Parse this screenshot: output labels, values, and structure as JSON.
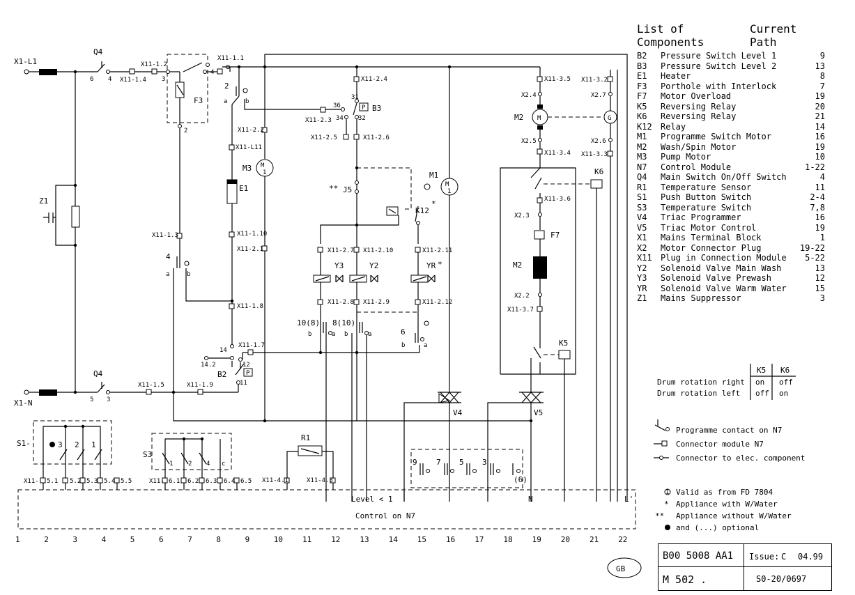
{
  "legend": {
    "heading_components": "List of Components",
    "heading_path": "Current Path",
    "items": [
      {
        "code": "B2",
        "name": "Pressure Switch Level 1",
        "path": "9"
      },
      {
        "code": "B3",
        "name": "Pressure Switch Level 2",
        "path": "13"
      },
      {
        "code": "E1",
        "name": "Heater",
        "path": "8"
      },
      {
        "code": "F3",
        "name": "Porthole with Interlock",
        "path": "7"
      },
      {
        "code": "F7",
        "name": "Motor Overload",
        "path": "19"
      },
      {
        "code": "K5",
        "name": "Reversing Relay",
        "path": "20"
      },
      {
        "code": "K6",
        "name": "Reversing Relay",
        "path": "21"
      },
      {
        "code": "K12",
        "name": "Relay",
        "path": "14"
      },
      {
        "code": "M1",
        "name": "Programme Switch Motor",
        "path": "16"
      },
      {
        "code": "M2",
        "name": "Wash/Spin Motor",
        "path": "19"
      },
      {
        "code": "M3",
        "name": "Pump Motor",
        "path": "10"
      },
      {
        "code": "N7",
        "name": "Control Module",
        "path": "1-22"
      },
      {
        "code": "Q4",
        "name": "Main Switch On/Off Switch",
        "path": "4"
      },
      {
        "code": "R1",
        "name": "Temperature Sensor",
        "path": "11"
      },
      {
        "code": "S1",
        "name": "Push Button Switch",
        "path": "2-4"
      },
      {
        "code": "S3",
        "name": "Temperature Switch",
        "path": "7,8"
      },
      {
        "code": "V4",
        "name": "Triac Programmer",
        "path": "16"
      },
      {
        "code": "V5",
        "name": "Triac Motor Control",
        "path": "19"
      },
      {
        "code": "X1",
        "name": "Mains Terminal Block",
        "path": "1"
      },
      {
        "code": "X2",
        "name": "Motor Connector Plug",
        "path": "19-22"
      },
      {
        "code": "X11",
        "name": "Plug in Connection Module",
        "path": "5-22"
      },
      {
        "code": "Y2",
        "name": "Solenoid Valve Main Wash",
        "path": "13"
      },
      {
        "code": "Y3",
        "name": "Solenoid Valve Prewash",
        "path": "12"
      },
      {
        "code": "YR",
        "name": "Solenoid Valve Warm Water",
        "path": "15"
      },
      {
        "code": "Z1",
        "name": "Mains Suppressor",
        "path": "3"
      }
    ]
  },
  "rotation_table": {
    "col1": "K5",
    "col2": "K6",
    "rows": [
      {
        "label": "Drum rotation right",
        "k5": "on",
        "k6": "off"
      },
      {
        "label": "Drum rotation left",
        "k5": "off",
        "k6": "on"
      }
    ]
  },
  "symbol_key": {
    "programme_contact": "Programme contact on N7",
    "connector_module": "Connector module N7",
    "connector_component": "Connector to elec. component"
  },
  "notes": {
    "valid_from": "Valid as from FD 7804",
    "with_water": "Appliance with W/Water",
    "without_water": "Appliance without W/Water",
    "optional": "and (...) optional",
    "mark_single": "*",
    "mark_double": "**"
  },
  "title_block": {
    "drawing_no": "B00 5008 AA1",
    "issue_label": "Issue:",
    "issue": "C",
    "date": "04.99",
    "model": "M 502 .",
    "ref": "S0-20/0697",
    "country": "GB"
  },
  "control": {
    "label": "Control on N7",
    "level": "Level < 1",
    "n": "N",
    "lprime": "L'"
  },
  "path_numbers": [
    "1",
    "2",
    "3",
    "4",
    "5",
    "6",
    "7",
    "8",
    "9",
    "10",
    "11",
    "12",
    "13",
    "14",
    "15",
    "16",
    "17",
    "18",
    "19",
    "20",
    "21",
    "22"
  ],
  "labels": {
    "x1_l1": "X1-L1",
    "x1_n": "X1-N",
    "q4_top": "Q4",
    "q4_bot": "Q4",
    "x11_1_2": "X11-1.2",
    "x11_1_4": "X11-1.4",
    "x11_1_1": "X11-1.1",
    "x11_1_5": "X11-1.5",
    "x11_1_9": "X11-1.9",
    "x11_1_3": "X11-1.3",
    "x11_1_8": "X11-1.8",
    "x11_1_7": "X11-1.7",
    "x11_1_10": "X11-1.10",
    "x11_l11": "X11-L11",
    "x11_2_1": "X11-2.1",
    "x11_2_2": "X11-2.2",
    "x11_2_3": "X11-2.3",
    "x11_2_4": "X11-2.4",
    "x11_2_5": "X11-2.5",
    "x11_2_6": "X11-2.6",
    "x11_2_7": "X11-2.7",
    "x11_2_8": "X11-2.8",
    "x11_2_9": "X11-2.9",
    "x11_2_10": "X11-2.10",
    "x11_2_11": "X11-2.11",
    "x11_2_12": "X11-2.12",
    "x11_3_2": "X11-3.2",
    "x11_3_3": "X11-3.3",
    "x11_3_4": "X11-3.4",
    "x11_3_5": "X11-3.5",
    "x11_3_6": "X11-3.6",
    "x11_3_7": "X11-3.7",
    "x11_4_1": "X11-4.1",
    "x11_4_3": "X11-4.3",
    "x2_2": "X2.2",
    "x2_3": "X2.3",
    "x2_4": "X2.4",
    "x2_5": "X2.5",
    "x2_6": "X2.6",
    "x2_7": "X2.7",
    "f3": "F3",
    "b3": "B3",
    "b2": "B2",
    "e1": "E1",
    "m3": "M3",
    "m1": "M1",
    "m2_top": "M2",
    "m2_mid": "M2",
    "g": "G",
    "f7": "F7",
    "k5": "K5",
    "k6": "K6",
    "k12": "K12",
    "j5": "J5",
    "y3": "Y3",
    "y2": "Y2",
    "yr": "YR",
    "v4": "V4",
    "v5": "V5",
    "z1": "Z1",
    "r1": "R1",
    "s1": "S1-",
    "s3": "S3",
    "x11_s": "X11-",
    "s1_5_1": "5.1",
    "s1_5_2": "5.2",
    "s1_5_3": "5.3",
    "s1_5_4": "5.4",
    "s1_5_5": "5.5",
    "s3_6_1": "6.1",
    "s3_6_2": "6.2",
    "s3_6_3": "6.3",
    "s3_6_4": "6.4",
    "s3_6_5": "6.5",
    "c_108": "10(8)",
    "c_810": "8(10)",
    "c6": "6",
    "c9": "9",
    "c7": "7",
    "c5": "5",
    "c3": "3",
    "c_paren6": "(6)",
    "n2": "2",
    "n4": "4",
    "n14": "14",
    "n14_2": "14.2",
    "n12": "12",
    "n11": "11",
    "n31": "31",
    "n32": "32",
    "n36": "36",
    "n34": "34",
    "a": "a",
    "b": "b",
    "n6": "6",
    "n3": "3",
    "n5": "5",
    "n1": "1",
    "n4b": "4",
    "c": "c",
    "p": "P"
  }
}
